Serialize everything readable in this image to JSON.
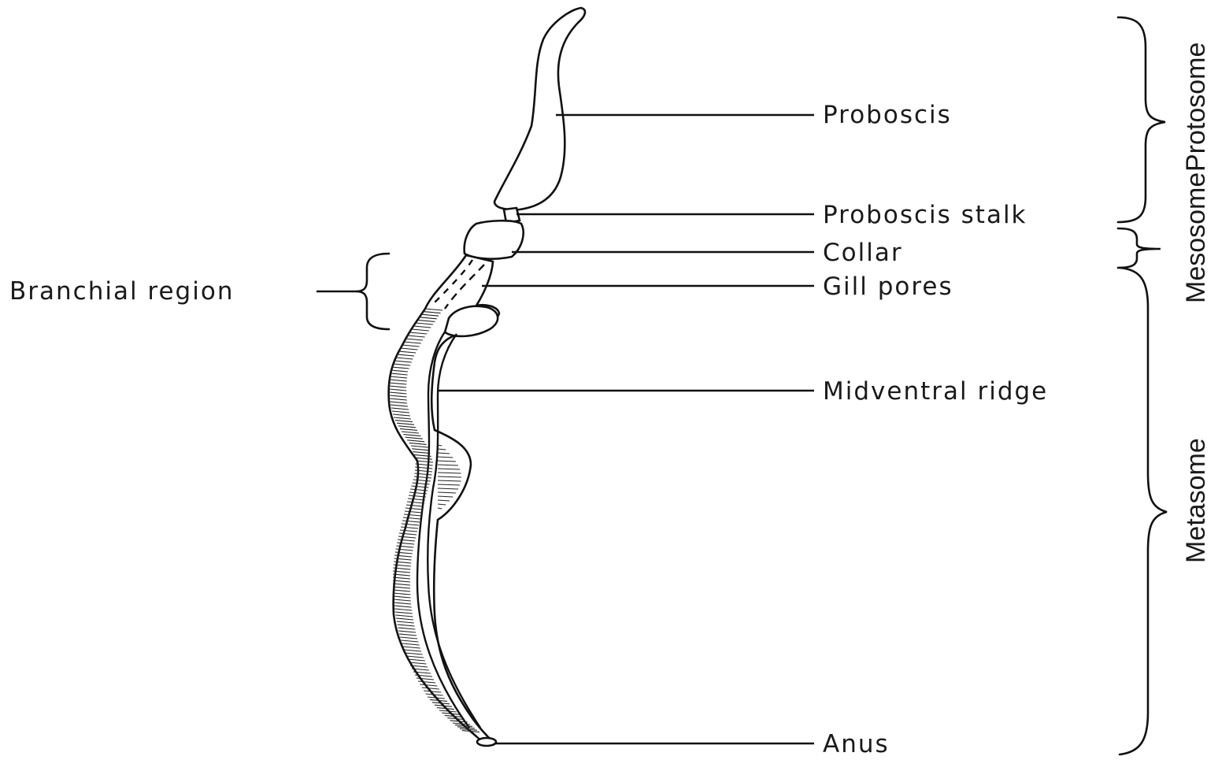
{
  "labels": {
    "proboscis": "Proboscis",
    "proboscis_stalk": "Proboscis stalk",
    "collar": "Collar",
    "gill_pores": "Gill pores",
    "midventral_ridge": "Midventral ridge",
    "anus": "Anus",
    "branchial_region": "Branchial region"
  },
  "regions": {
    "protosome": "Protosome",
    "mesosome": "Mesosome",
    "metasome": "Metasome"
  },
  "colors": {
    "ink": "#111111",
    "background": "#ffffff"
  }
}
